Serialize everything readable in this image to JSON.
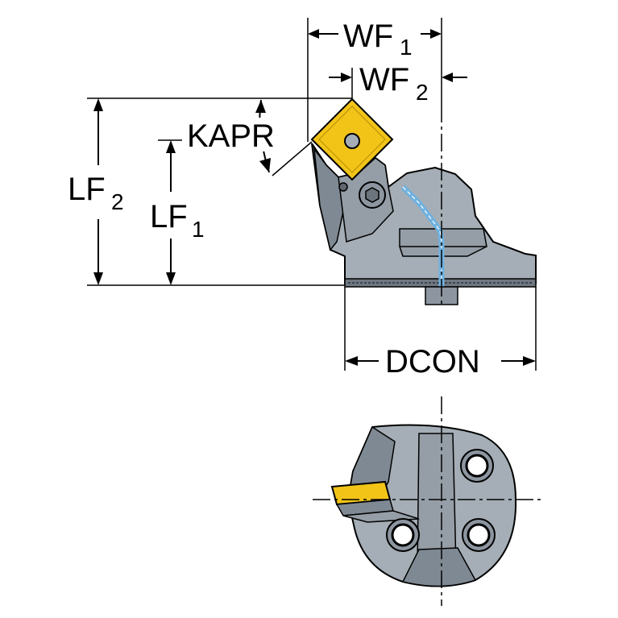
{
  "drawing": {
    "labels": {
      "wf1": {
        "main": "WF",
        "sub": "1"
      },
      "wf2": {
        "main": "WF",
        "sub": "2"
      },
      "lf1": {
        "main": "LF",
        "sub": "1"
      },
      "lf2": {
        "main": "LF",
        "sub": "2"
      },
      "kapr": "KAPR",
      "dcon": "DCON"
    },
    "colors": {
      "body": "#a5aeb6",
      "body_dark": "#7f8993",
      "insert": "#f2c418",
      "coolant": "#6fb1e0",
      "lines": "#000000"
    }
  }
}
